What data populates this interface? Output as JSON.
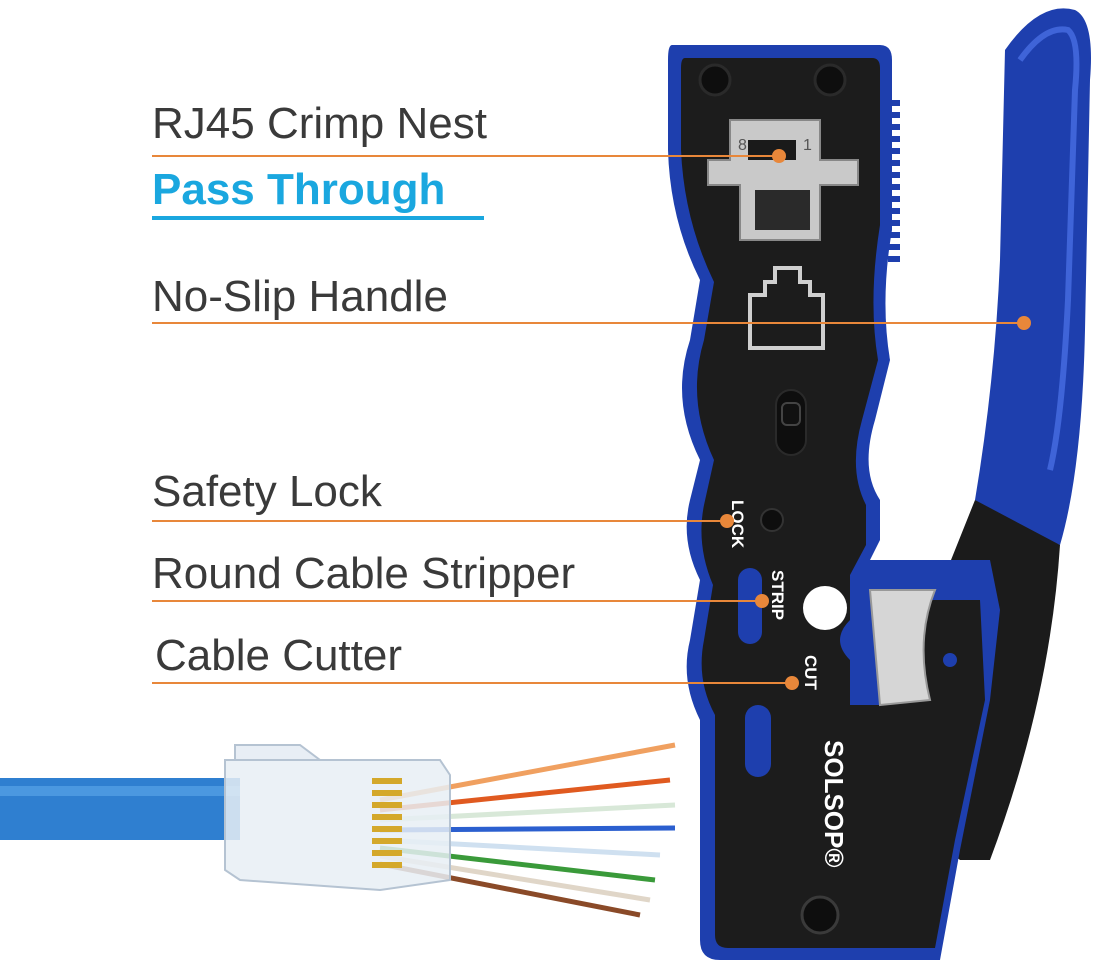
{
  "callouts": {
    "crimp_nest": "RJ45 Crimp Nest",
    "pass_through": "Pass Through",
    "handle": "No-Slip Handle",
    "safety_lock": "Safety Lock",
    "stripper": "Round Cable Stripper",
    "cutter": "Cable Cutter"
  },
  "tool_markings": {
    "lock": "LOCK",
    "strip": "STRIP",
    "cut": "CUT",
    "brand": "SOLSOP®",
    "pin_8": "8",
    "pin_1": "1"
  },
  "colors": {
    "accent_blue": "#1aa7df",
    "leader_orange": "#e8873a",
    "tool_blue": "#1e3fae",
    "tool_black": "#1c1c1c",
    "cable_blue": "#2f7fd0"
  }
}
